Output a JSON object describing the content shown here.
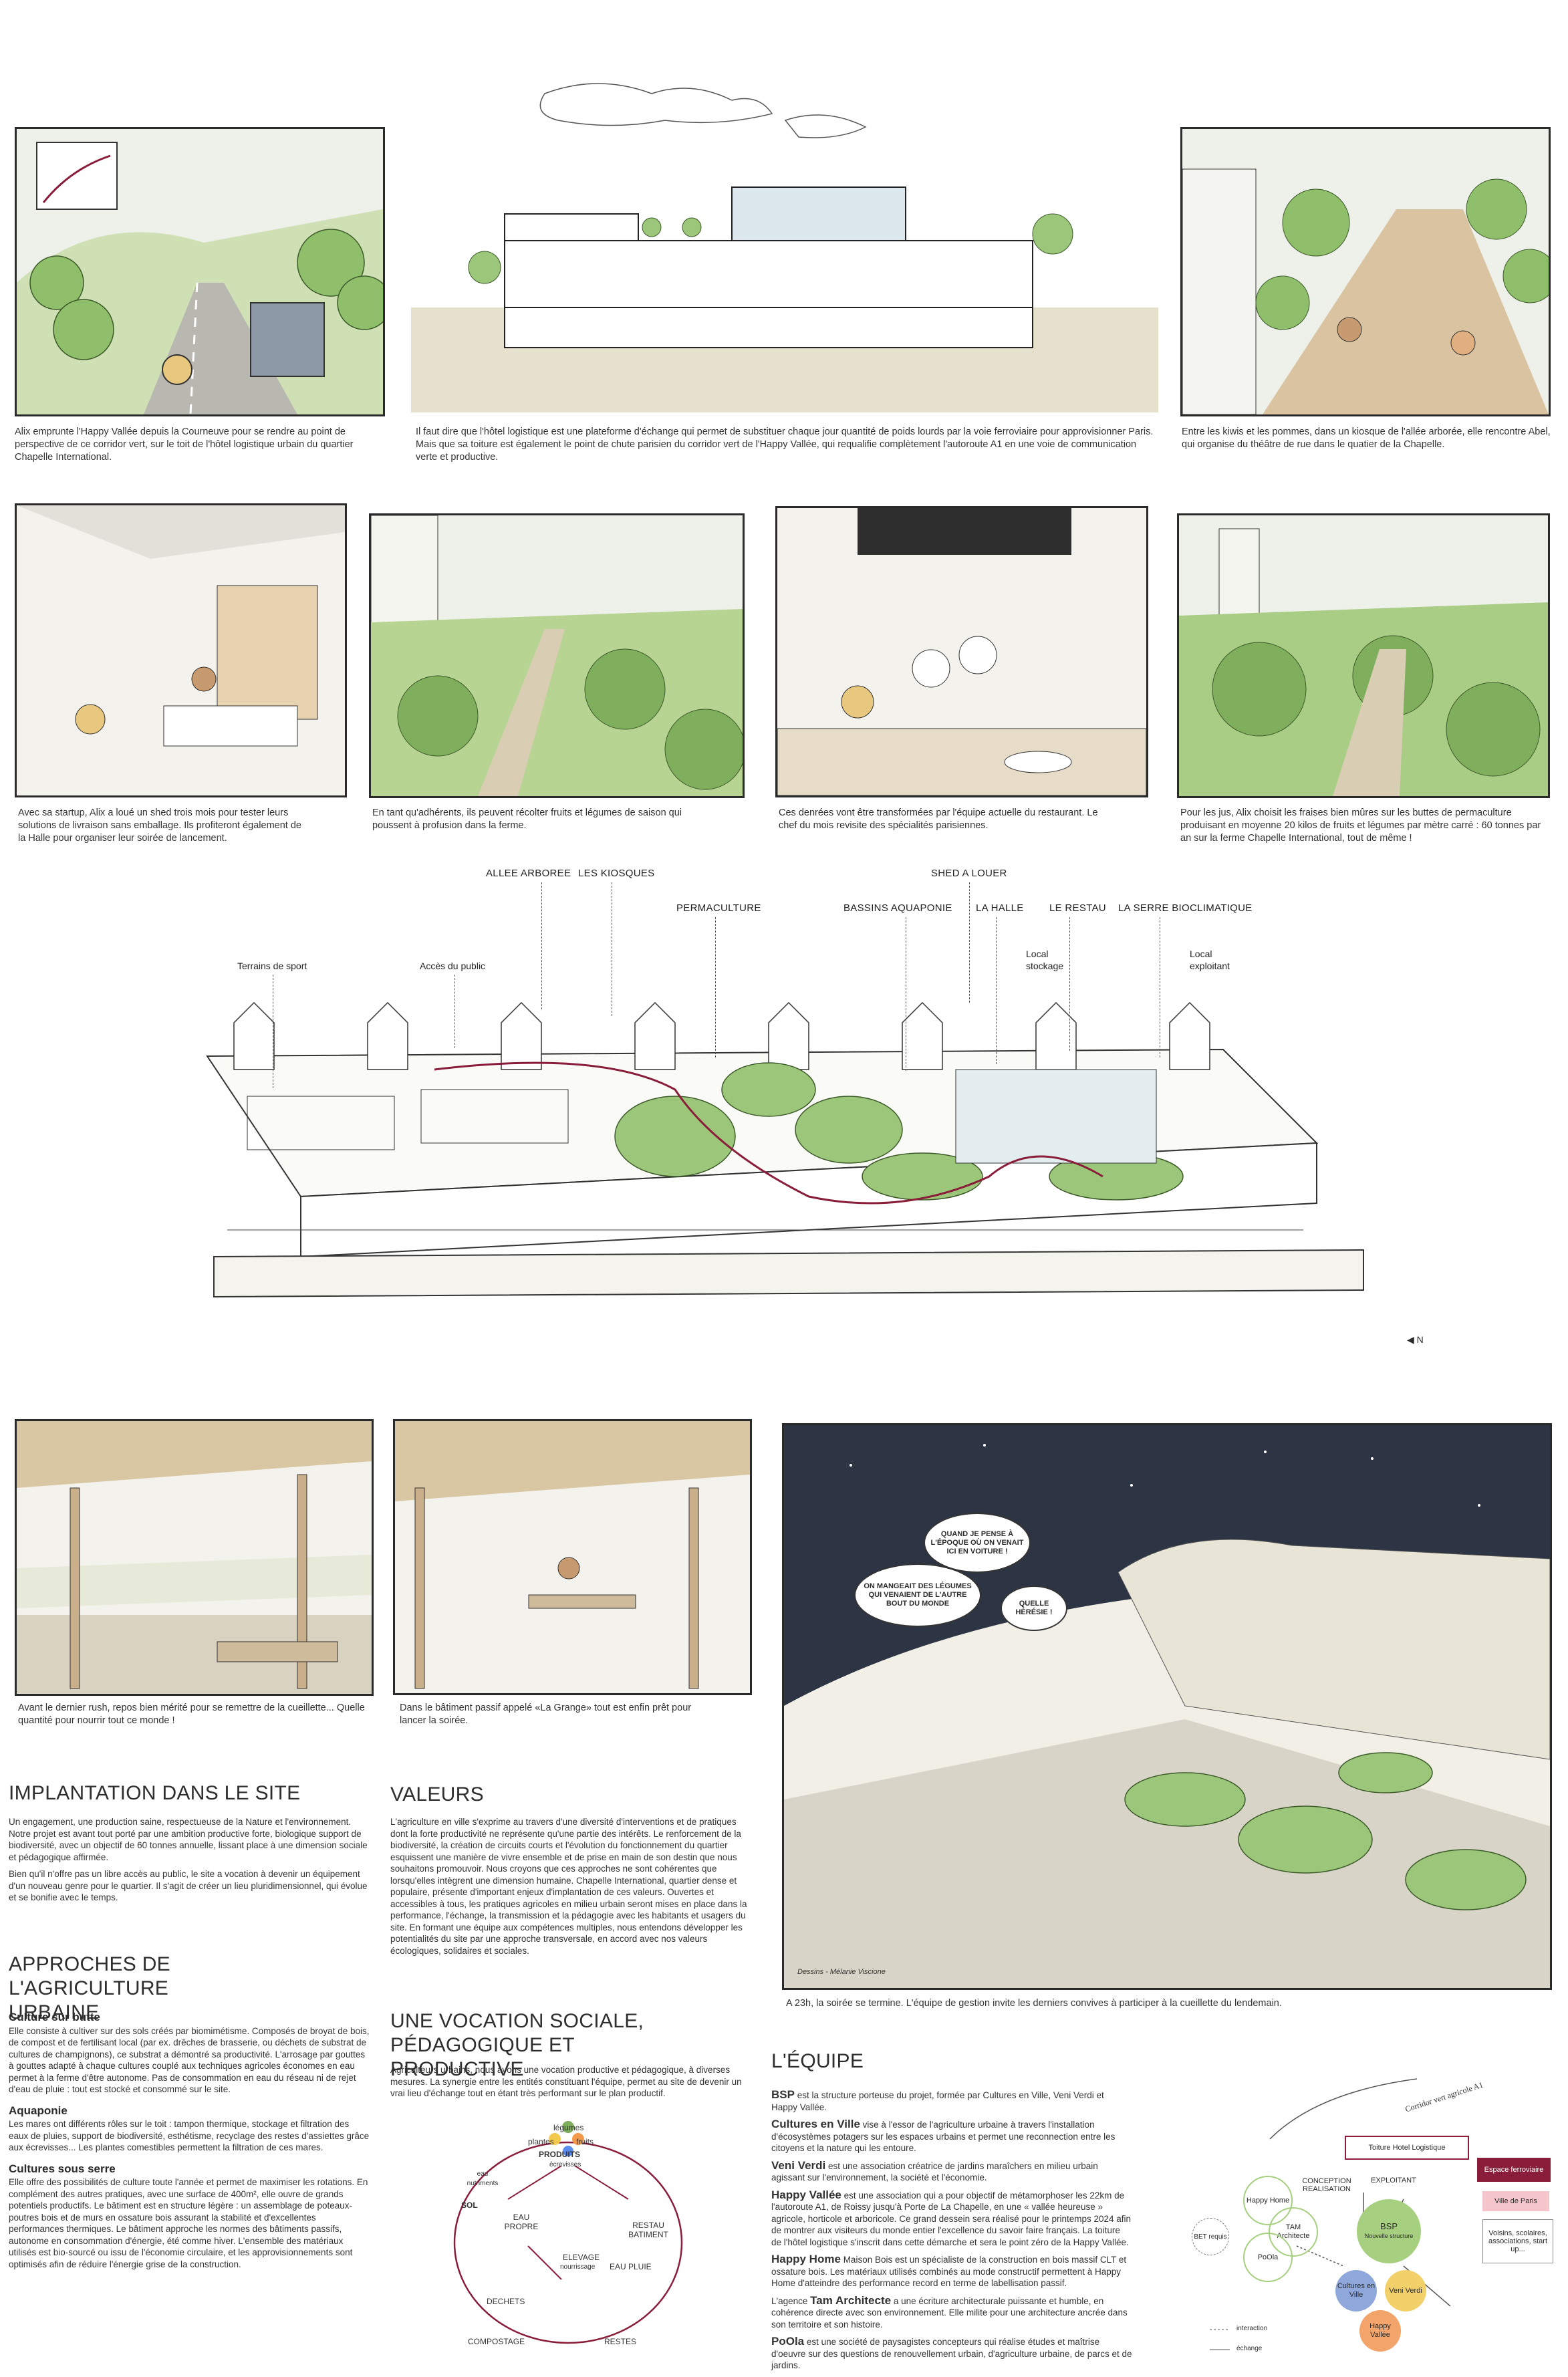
{
  "colors": {
    "ink": "#2a2a2a",
    "accent": "#8a1e3a",
    "green": "#7fae5c",
    "sky": "#e9e8df"
  },
  "captions": {
    "c1": "Alix emprunte l'Happy Vallée depuis la Courneuve pour se rendre au point de perspective de ce corridor vert, sur le toit de l'hôtel logistique urbain du quartier Chapelle International.",
    "c2": "Il faut dire que l'hôtel logistique est une plateforme d'échange qui permet de substituer chaque jour quantité de poids lourds par la voie ferroviaire pour approvisionner Paris. Mais que sa toiture est également le point de chute parisien du corridor vert de l'Happy Vallée, qui requalifie complètement l'autoroute A1 en une voie de communication verte et productive.",
    "c3": "Entre les kiwis et les pommes, dans un kiosque de l'allée arborée, elle rencontre Abel, qui organise du théâtre de rue dans le quatier de la Chapelle.",
    "c4": "Avec sa startup, Alix a loué un shed trois mois pour tester leurs solutions de livraison sans emballage. Ils profiteront également de la Halle pour organiser leur soirée de lancement.",
    "c5": "En tant qu'adhérents, ils peuvent récolter fruits et légumes de saison qui poussent à profusion dans la ferme.",
    "c6": "Ces denrées vont être transformées par l'équipe actuelle du restaurant. Le chef du mois revisite des spécialités parisiennes.",
    "c7": "Pour les jus, Alix choisit les fraises bien mûres sur les buttes de permaculture produisant en moyenne 20 kilos de fruits et légumes par mètre carré : 60 tonnes par an sur la ferme Chapelle International, tout de même !",
    "c8": "Avant le dernier rush, repos bien mérité pour se remettre de la cueillette... Quelle quantité pour nourrir tout ce monde !",
    "c9": "Dans le bâtiment passif appelé «La Grange» tout est enfin prêt pour lancer la soirée.",
    "c10": "A 23h, la soirée se termine. L'équipe de gestion invite les derniers convives à participer à la cueillette du lendemain."
  },
  "plan": {
    "labels": {
      "allee": "ALLEE ARBOREE",
      "kiosques": "LES KIOSQUES",
      "permaculture": "PERMACULTURE",
      "bassins": "BASSINS AQUAPONIE",
      "shed": "SHED A LOUER",
      "halle": "LA HALLE",
      "restau": "LE RESTAU",
      "serre": "LA SERRE BIOCLIMATIQUE",
      "sport": "Terrains de sport",
      "acces": "Accès du public",
      "stockage": "Local stockage",
      "exploitant": "Local exploitant"
    },
    "north": "N"
  },
  "speech": {
    "s1": "QUAND JE PENSE À L'ÉPOQUE OÙ ON VENAIT ICI EN VOITURE !",
    "s2": "ON MANGEAIT DES LÉGUMES QUI VENAIENT DE L'AUTRE BOUT DU MONDE",
    "s3": "QUELLE HÉRÉSIE !"
  },
  "credit": "Dessins - Mélanie Viscione",
  "implantation": {
    "title": "IMPLANTATION DANS LE SITE",
    "p1": "Un engagement, une production saine, respectueuse de la Nature et l'environnement. Notre projet est avant tout porté par une ambition productive forte, biologique support de biodiversité, avec un objectif de 60 tonnes annuelle, lissant place à une dimension sociale et pédagogique affirmée.",
    "p2": "Bien qu'il n'offre pas un libre accès au public, le site a vocation à devenir un équipement d'un nouveau genre pour le quartier. Il s'agit de créer un lieu pluridimensionnel, qui évolue et se bonifie avec le temps."
  },
  "approches": {
    "title": "APPROCHES DE L'AGRICULTURE URBAINE",
    "s1": "Culture sur butte",
    "p1": "Elle consiste à cultiver sur des sols créés par biomimétisme. Composés de broyat de bois, de compost et de fertilisant local (par ex. drêches de brasserie, ou déchets de substrat de cultures de champignons), ce substrat a démontré sa productivité. L'arrosage par gouttes à gouttes adapté à chaque cultures couplé aux techniques agricoles économes en eau permet à la ferme d'être autonome. Pas de consommation en eau du réseau ni de rejet d'eau de pluie : tout est stocké et consommé sur le site.",
    "s2": "Aquaponie",
    "p2": "Les mares ont différents rôles sur le toit : tampon thermique, stockage et filtration des eaux de pluies, support de biodiversité, esthétisme, recyclage des restes d'assiettes grâce aux écrevisses... Les plantes comestibles permettent la filtration de ces mares.",
    "s3": "Cultures sous serre",
    "p3": "Elle offre des possibilités de culture toute l'année et permet de maximiser les rotations. En complément des autres pratiques, avec une surface de 400m², elle ouvre de grands potentiels productifs. Le bâtiment est en structure légère : un assemblage de poteaux-poutres bois et de murs en ossature bois assurant la stabilité et d'excellentes performances thermiques. Le bâtiment approche les normes des bâtiments passifs, autonome en consommation d'énergie, été comme hiver. L'ensemble des matériaux utilisés est bio-sourcé ou issu de l'économie circulaire, et les approvisionnements sont optimisés afin de réduire l'énergie grise de la construction."
  },
  "valeurs": {
    "title": "VALEURS",
    "p1": "L'agriculture en ville s'exprime au travers d'une diversité d'interventions et de pratiques dont la forte productivité ne représente qu'une partie des intérêts. Le renforcement de la biodiversité, la création de circuits courts et l'évolution du fonctionnement du quartier esquissent une manière de vivre ensemble et de prise en main de son destin que nous souhaitons promouvoir. Nous croyons que ces approches ne sont cohérentes que lorsqu'elles intègrent une dimension humaine. Chapelle International, quartier dense et populaire, présente d'important enjeux d'implantation de ces valeurs. Ouvertes et accessibles à tous, les pratiques agricoles en milieu urbain seront mises en place dans la performance, l'échange, la transmission et la pédagogie avec les habitants et usagers du site. En formant une équipe aux compétences multiples, nous entendons développer les potentialités du site par une approche transversale, en accord avec nos valeurs écologiques, solidaires et sociales."
  },
  "vocation": {
    "title": "UNE VOCATION SOCIALE, PÉDAGOGIQUE ET PRODUCTIVE",
    "p1": "Agriculteurs urbains, nous avons une vocation productive et pédagogique, à diverses mesures. La synergie entre les entités constituant l'équipe, permet au site de devenir un vrai lieu d'échange tout en étant très performant sur le plan productif."
  },
  "cycle": {
    "legumes": "légumes",
    "plantes": "plantes",
    "fruits": "fruits",
    "produits": "PRODUITS",
    "ecrevisses": "écrevisses",
    "eau_nutriments": "eau nutriments",
    "sol": "SOL",
    "eau_propre": "EAU PROPRE",
    "restau_batiment": "RESTAU BATIMENT",
    "elevage": "ELEVAGE",
    "nourrissage": "nourrissage",
    "eau_pluie": "EAU PLUIE",
    "dechets": "DECHETS",
    "compostage": "COMPOSTAGE",
    "restes": "RESTES"
  },
  "equipe": {
    "title": "L'ÉQUIPE",
    "bsp_name": "BSP",
    "bsp_text": "est la structure porteuse du projet, formée par Cultures en Ville, Veni Verdi et Happy Vallée.",
    "cev_name": "Cultures en Ville",
    "cev_text": "vise à l'essor de l'agriculture urbaine à travers l'installation d'écosystèmes potagers sur les espaces urbains et permet une reconnection entre les citoyens et la nature qui les entoure.",
    "vv_name": "Veni Verdi",
    "vv_text": "est une association créatrice de jardins maraîchers en milieu urbain agissant sur l'environnement, la société et l'économie.",
    "hv_name": "Happy Vallée",
    "hv_text": "est une association qui a pour objectif de métamorphoser les 22km de l'autoroute A1, de Roissy jusqu'à Porte de La Chapelle, en une « vallée heureuse » agricole, horticole et arboricole. Ce grand dessein sera réalisé pour le printemps 2024 afin de montrer aux visiteurs du monde entier l'excellence du savoir faire français. La toiture de l'hôtel logistique s'inscrit dans cette démarche et sera le point zéro de la Happy Vallée.",
    "hh_name": "Happy Home",
    "hh_text": "Maison Bois est un spécialiste de la construction en bois massif CLT et ossature bois. Les matériaux utilisés combinés au mode constructif permettent à Happy Home d'atteindre des performance record en terme de labellisation passif.",
    "tam_pre": "L'agence",
    "tam_name": "Tam Architecte",
    "tam_text": "a une écriture architecturale puissante et humble, en cohérence directe avec son environnement. Elle milite pour une architecture ancrée dans son territoire et son histoire.",
    "poola_name": "PoOla",
    "poola_text": "est une société de paysagistes concepteurs qui réalise études et maîtrise d'oeuvre sur des questions de renouvellement urbain, d'agriculture urbaine, de parcs et de jardins."
  },
  "diagram": {
    "corridor": "Corridor vert agricole A1",
    "toiture": "Toiture Hotel Logistique",
    "espace": "Espace ferroviaire",
    "ville": "Ville de Paris",
    "voisins": "Voisins, scolaires, associations, start up...",
    "conception": "CONCEPTION REALISATION",
    "exploitant": "EXPLOITANT",
    "bsp": "BSP",
    "bsp_sub": "Nouvelle structure",
    "happy_home": "Happy Home",
    "tam": "TAM Architecte",
    "poola": "PoOla",
    "bet": "BET requis",
    "cultures": "Cultures en Ville",
    "veni": "Veni Verdi",
    "happy": "Happy Vallée",
    "leg1": "interaction",
    "leg2": "échange"
  }
}
